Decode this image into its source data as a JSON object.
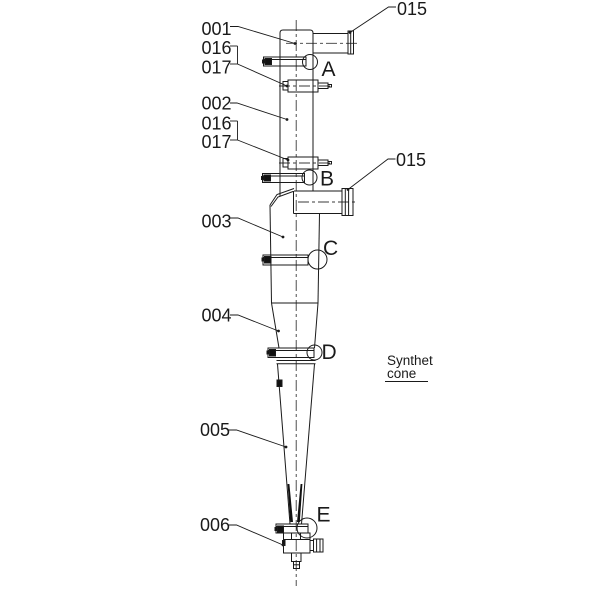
{
  "labels": {
    "left": [
      "001",
      "016",
      "017",
      "002",
      "016",
      "017",
      "003",
      "004",
      "005",
      "006"
    ],
    "right": [
      "015",
      "015"
    ],
    "sections": [
      "A",
      "B",
      "C",
      "D",
      "E"
    ]
  },
  "note": {
    "line1": "Synthet",
    "line2": "cone"
  },
  "colors": {
    "line": "#1a1a1a",
    "centerline": "#3a3a3a",
    "background": "#ffffff",
    "solid_fill": "#111111"
  }
}
